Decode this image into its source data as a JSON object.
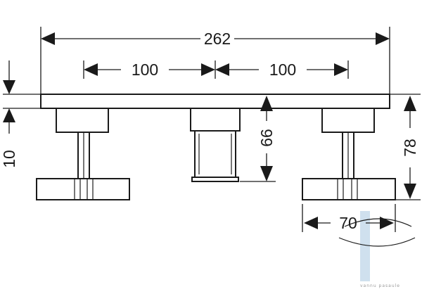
{
  "dimensions": {
    "overall_width": "262",
    "left_spacing": "100",
    "right_spacing": "100",
    "plate_thickness": "10",
    "center_depth": "66",
    "total_depth": "78",
    "handle_width": "70"
  },
  "watermark": {
    "text": "vannu pasaule"
  },
  "colors": {
    "line": "#1a1a1a",
    "background": "#ffffff",
    "watermark_bar": "#cfe0ee"
  }
}
